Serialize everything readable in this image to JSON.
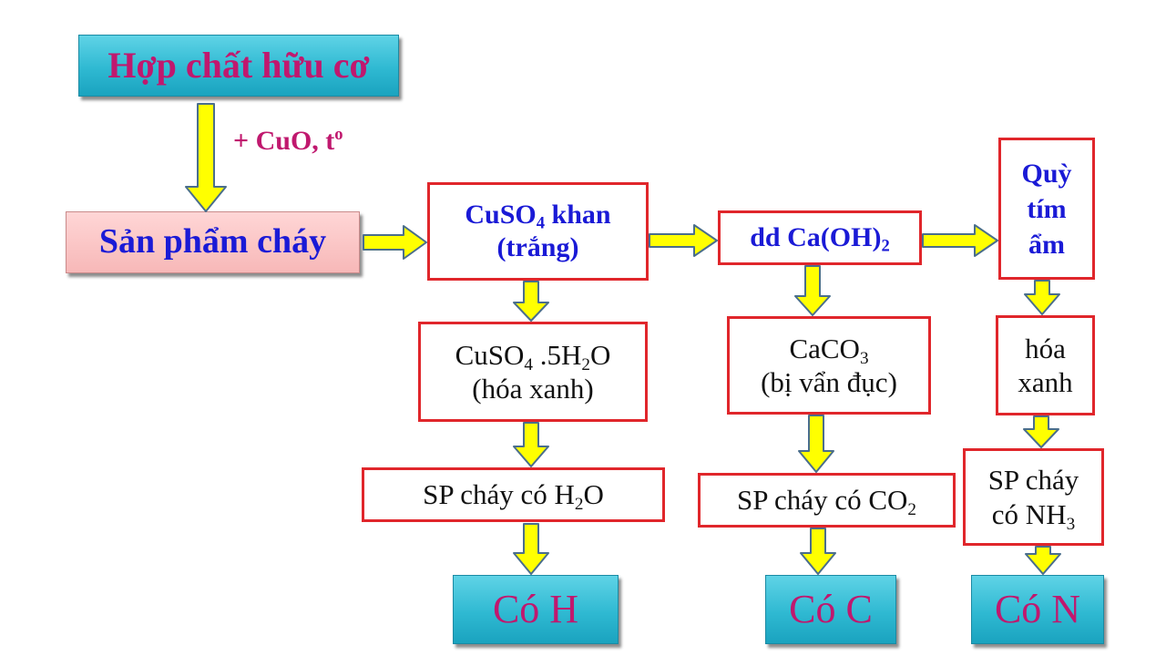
{
  "top_box": "Hợp chất hữu cơ",
  "reagent_label": "+ CuO, t",
  "reagent_sup": "o",
  "product_box": "Sản phẩm cháy",
  "cuso4_box": {
    "line1_pre": "CuSO",
    "line1_sub": "4",
    "line1_post": " khan",
    "line2": "(trắng)"
  },
  "caoh2_box": {
    "pre": "dd Ca(OH)",
    "sub": "2"
  },
  "litmus_box": {
    "line1": "Quỳ",
    "line2": "tím",
    "line3": "ẩm"
  },
  "cuso4_result": {
    "a": "CuSO",
    "a_sub": "4",
    "b": " .5H",
    "b_sub": "2",
    "c": "O",
    "line2": "(hóa xanh)"
  },
  "caco3_result": {
    "a": "CaCO",
    "a_sub": "3",
    "line2": "(bị vẩn đục)"
  },
  "litmus_result": {
    "line1": "hóa",
    "line2": "xanh"
  },
  "h2o_conclusion": {
    "pre": "SP cháy có H",
    "sub": "2",
    "post": "O"
  },
  "co2_conclusion": {
    "pre": "SP cháy có CO",
    "sub": "2"
  },
  "nh3_conclusion": {
    "line1": "SP cháy",
    "line2_pre": "có NH",
    "line2_sub": "3"
  },
  "final_h": "Có H",
  "final_c": "Có C",
  "final_n": "Có N",
  "colors": {
    "arrow_fill": "#ffff00",
    "arrow_stroke": "#4a6e8c",
    "box_border": "#e0262b",
    "magenta": "#c0186e",
    "blue": "#1a1ad6",
    "cyan": "#2fb9d2"
  }
}
